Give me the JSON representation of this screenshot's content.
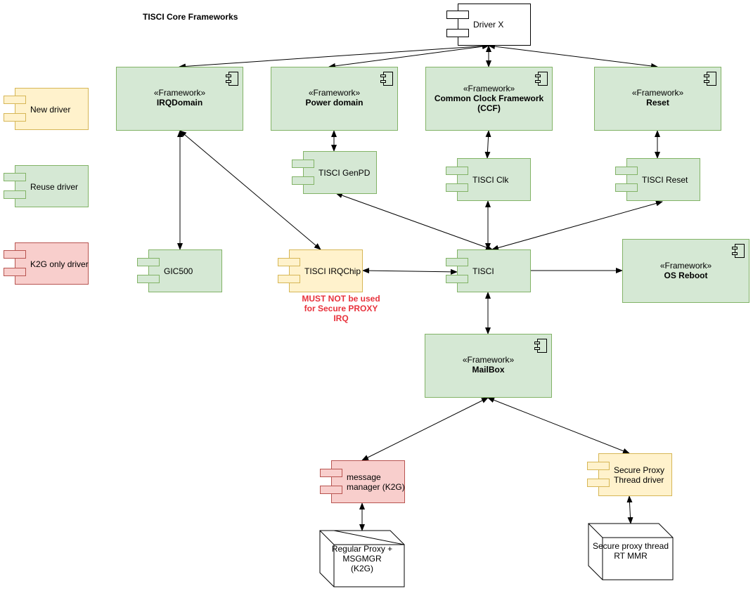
{
  "title": "TISCI Core Frameworks",
  "legend": {
    "new_driver": "New driver",
    "reuse_driver": "Reuse driver",
    "k2g_only_driver": "K2G only driver"
  },
  "stereotype": "«Framework»",
  "frameworks": {
    "irqdomain": "IRQDomain",
    "power_domain": "Power domain",
    "ccf_line1": "Common Clock Framework",
    "ccf_line2": "(CCF)",
    "reset": "Reset",
    "os_reboot": "OS Reboot",
    "mailbox": "MailBox"
  },
  "components": {
    "driver_x": "Driver X",
    "tisci_genpd": "TISCI GenPD",
    "tisci_clk": "TISCI Clk",
    "tisci_reset": "TISCI Reset",
    "gic500": "GIC500",
    "tisci_irqchip": "TISCI IRQChip",
    "tisci": "TISCI",
    "message_manager_line1": "message",
    "message_manager_line2": "manager (K2G)",
    "secure_proxy_line1": "Secure Proxy",
    "secure_proxy_line2": "Thread driver"
  },
  "warning": {
    "line1": "MUST NOT be used",
    "line2": "for Secure PROXY",
    "line3": "IRQ"
  },
  "nodes": {
    "regular_proxy_line1": "Regular Proxy +",
    "regular_proxy_line2": "MSGMGR",
    "regular_proxy_line3": "(K2G)",
    "secure_proxy_rt_line1": "Secure proxy thread",
    "secure_proxy_rt_line2": "RT MMR"
  },
  "colors": {
    "green_fill": "#d5e8d4",
    "green_stroke": "#82b366",
    "yellow_fill": "#fff2cc",
    "yellow_stroke": "#d6b656",
    "red_fill": "#f8cecc",
    "red_stroke": "#b85450",
    "warning_text": "#e8323c"
  }
}
